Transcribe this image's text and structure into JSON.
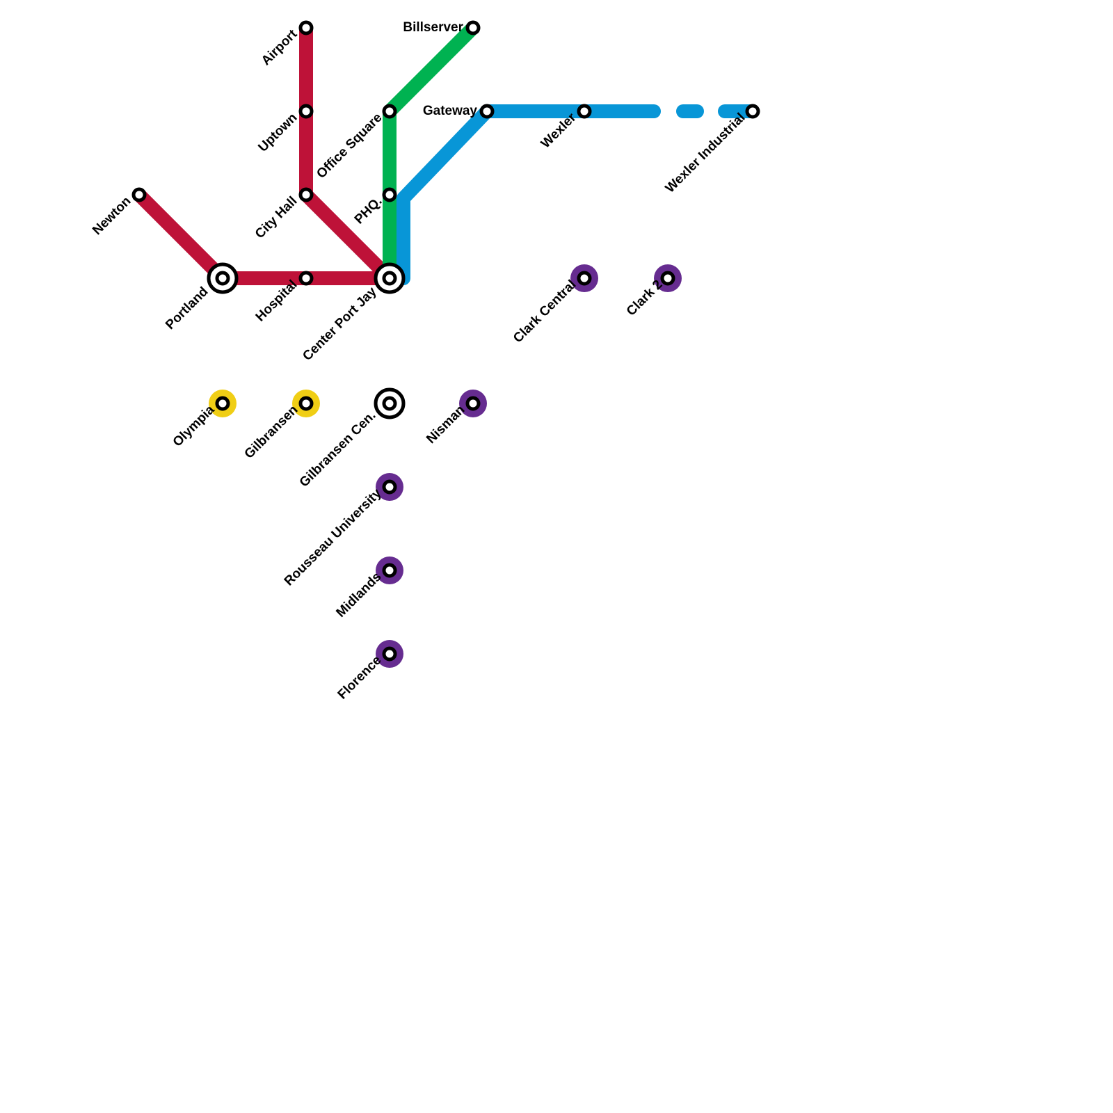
{
  "map": {
    "colors": {
      "red_line": "#be1238",
      "green_line": "#00b251",
      "blue_line": "#0896d7",
      "yellow_line": "#f0ce15",
      "purple_line": "#662c90",
      "station_outline": "#000000",
      "station_fill": "#ffffff"
    },
    "stations": {
      "airport": "Airport",
      "uptown": "Uptown",
      "city_hall": "City Hall",
      "newton": "Newton",
      "portland": "Portland",
      "hospital": "Hospital",
      "center_port_jay": "Center Port Jay",
      "office_square": "Office Square",
      "phq": "PHQ.",
      "billserver": "Billserver",
      "gateway": "Gateway",
      "wexler": "Wexler",
      "wexler_industrial": "Wexler Industrial",
      "clark_central": "Clark Central",
      "clark_2": "Clark 2",
      "olympia": "Olympia",
      "gilbransen": "Gilbransen",
      "gilbransen_cen": "Gilbransen Cen.",
      "nisman": "Nisman",
      "rousseau_university": "Rousseau University",
      "midlands": "Midlands",
      "florence": "Florence"
    }
  }
}
